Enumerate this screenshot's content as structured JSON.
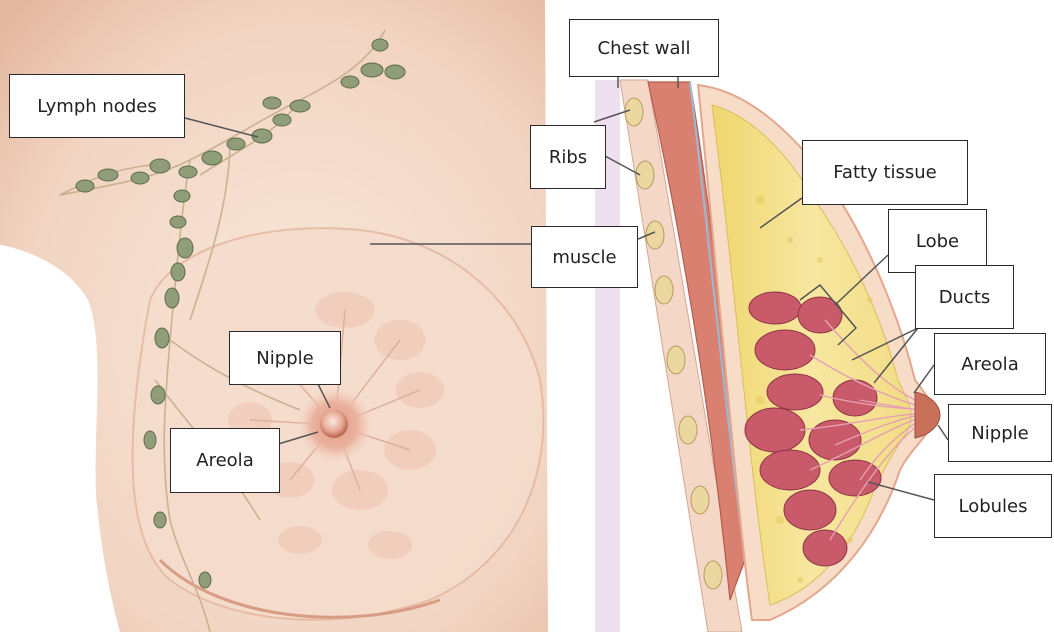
{
  "colors": {
    "skin_light": "#f7e6da",
    "skin_mid": "#efcdb8",
    "skin_dark": "#e2ad92",
    "lymph_node": "#8f9e78",
    "lymph_node_edge": "#5f6b4c",
    "fatty_tissue": "#f5e28a",
    "lobule": "#c85a6a",
    "muscle": "#d98070",
    "rib": "#ead8a0",
    "nipple": "#c8705a",
    "leader_line": "#555555"
  },
  "labels": {
    "lymph_nodes": "Lymph nodes",
    "nipple_left": "Nipple",
    "areola_left": "Areola",
    "chest_wall": "Chest wall",
    "ribs": "Ribs",
    "muscle": "muscle",
    "fatty_tissue": "Fatty tissue",
    "lobe": "Lobe",
    "ducts": "Ducts",
    "areola_right": "Areola",
    "nipple_right": "Nipple",
    "lobules": "Lobules"
  }
}
